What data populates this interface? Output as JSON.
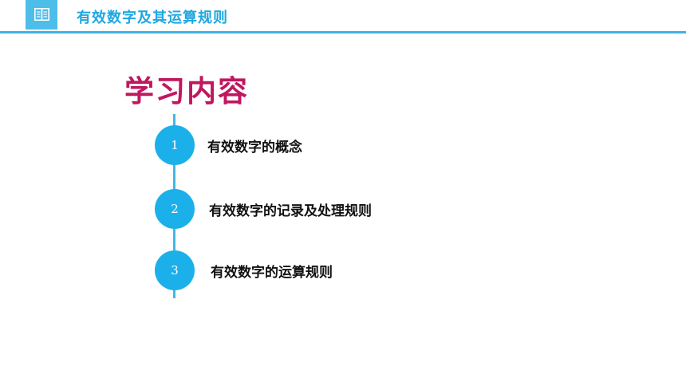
{
  "header": {
    "icon": "book-icon",
    "title": "有效数字及其运算规则",
    "accent_color": "#1fa7e1"
  },
  "section": {
    "title": "学习内容",
    "title_color": "#c0175f"
  },
  "agenda": {
    "items": [
      {
        "number": "1",
        "label": "有效数字的概念"
      },
      {
        "number": "2",
        "label": "有效数字的记录及处理规则"
      },
      {
        "number": "3",
        "label": "有效数字的运算规则"
      }
    ],
    "bubble_color": "#1bb0ea"
  }
}
